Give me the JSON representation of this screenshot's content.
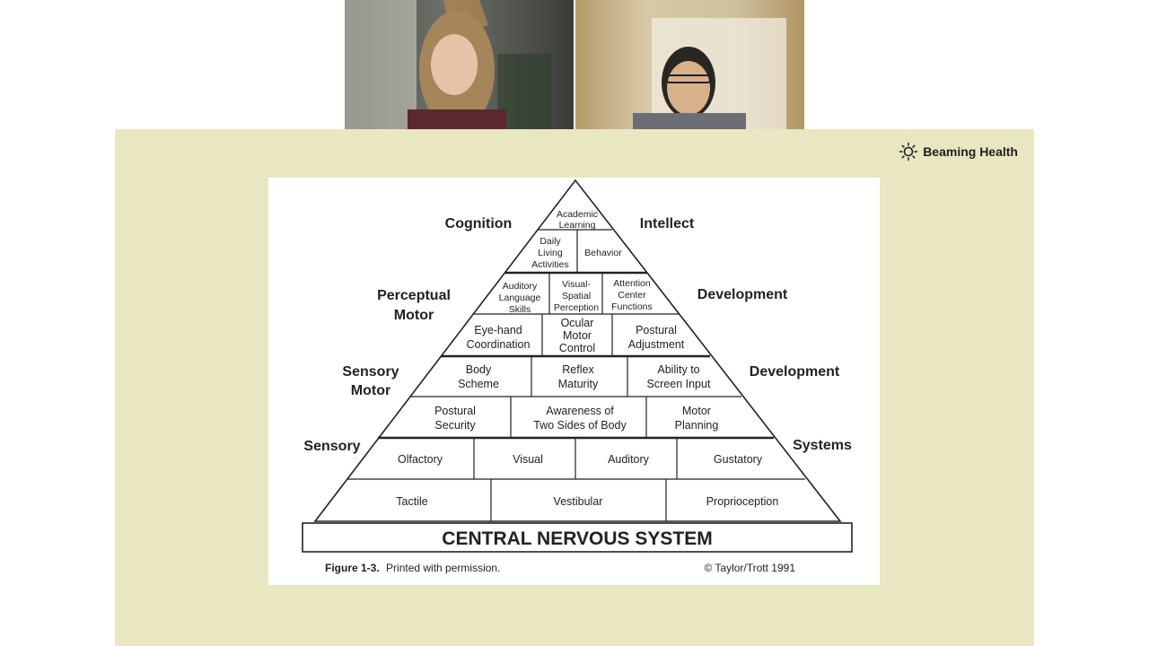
{
  "brand": {
    "name": "Beaming Health",
    "icon": "sun-icon"
  },
  "side_labels": {
    "cognition": "Cognition",
    "intellect": "Intellect",
    "perceptual_1": "Perceptual",
    "perceptual_2": "Motor",
    "development_1": "Development",
    "sensory_motor_1": "Sensory",
    "sensory_motor_2": "Motor",
    "development_2": "Development",
    "sensory": "Sensory",
    "systems": "Systems"
  },
  "pyramid": {
    "academic_1": "Academic",
    "academic_2": "Learning",
    "daily_1": "Daily",
    "daily_2": "Living",
    "daily_3": "Activities",
    "behavior": "Behavior",
    "auditory_lang_1": "Auditory",
    "auditory_lang_2": "Language",
    "auditory_lang_3": "Skills",
    "visual_spatial_1": "Visual-",
    "visual_spatial_2": "Spatial",
    "visual_spatial_3": "Perception",
    "attention_1": "Attention",
    "attention_2": "Center",
    "attention_3": "Functions",
    "eye_hand_1": "Eye-hand",
    "eye_hand_2": "Coordination",
    "ocular_1": "Ocular",
    "ocular_2": "Motor",
    "ocular_3": "Control",
    "postural_adj_1": "Postural",
    "postural_adj_2": "Adjustment",
    "body_1": "Body",
    "body_2": "Scheme",
    "reflex_1": "Reflex",
    "reflex_2": "Maturity",
    "ability_1": "Ability to",
    "ability_2": "Screen Input",
    "postural_sec_1": "Postural",
    "postural_sec_2": "Security",
    "awareness_1": "Awareness of",
    "awareness_2": "Two Sides of Body",
    "motor_plan_1": "Motor",
    "motor_plan_2": "Planning",
    "olfactory": "Olfactory",
    "visual": "Visual",
    "auditory": "Auditory",
    "gustatory": "Gustatory",
    "tactile": "Tactile",
    "vestibular": "Vestibular",
    "proprioception": "Proprioception",
    "base": "CENTRAL NERVOUS SYSTEM"
  },
  "caption": {
    "figure_label": "Figure 1-3.",
    "figure_text": "Printed with permission.",
    "credit": "© Taylor/Trott 1991"
  }
}
